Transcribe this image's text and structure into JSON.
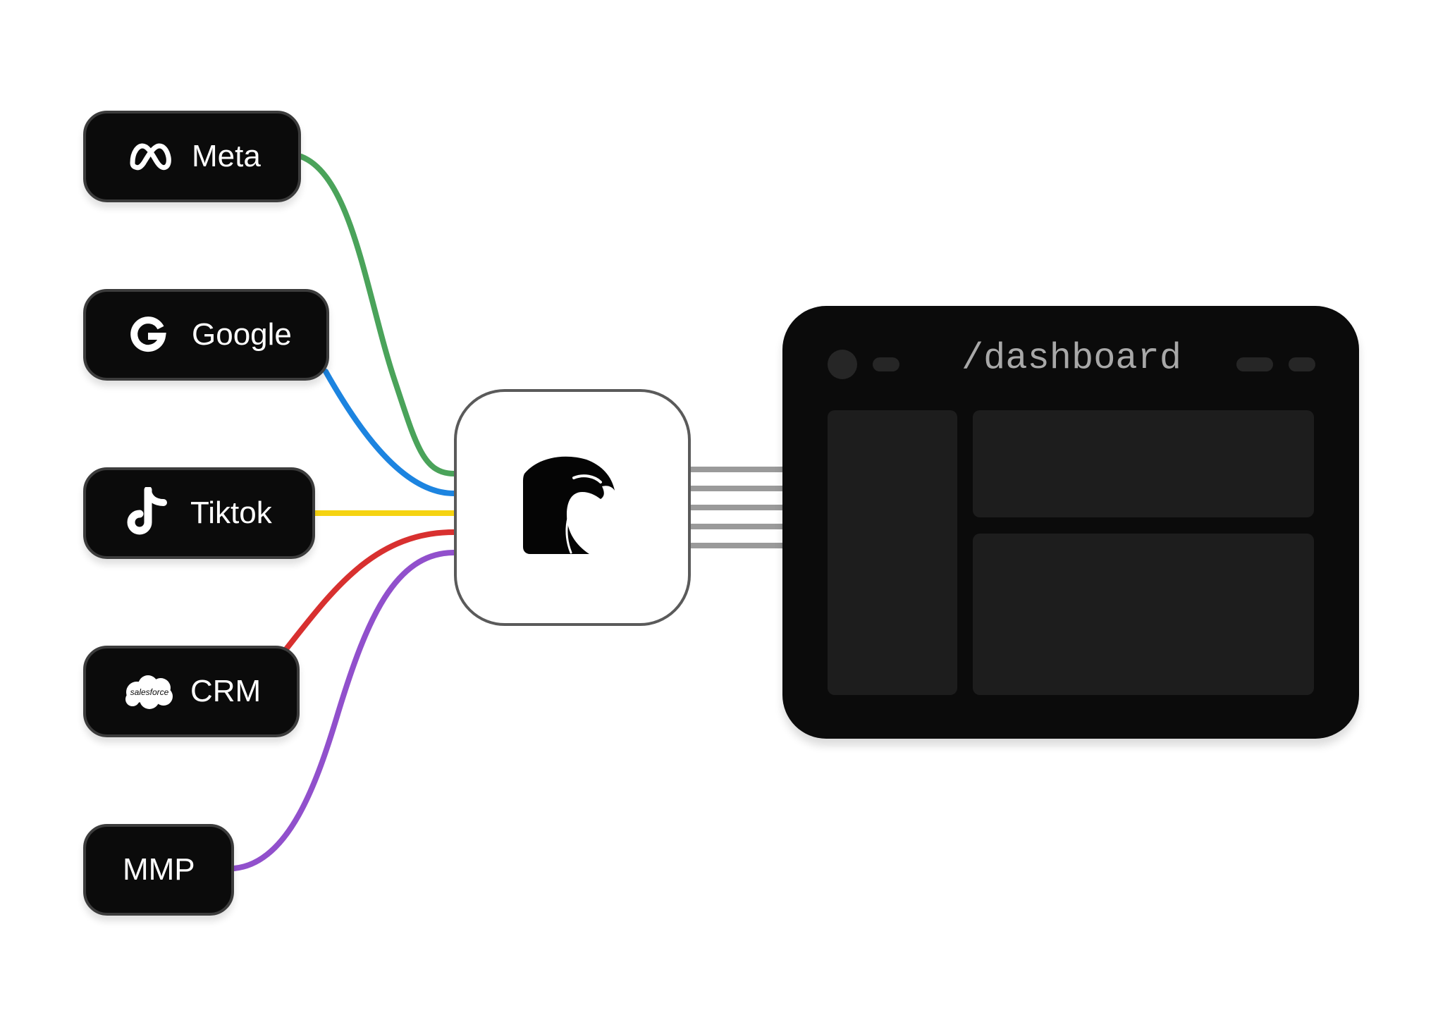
{
  "sources": [
    {
      "id": "meta",
      "label": "Meta",
      "icon": "meta-icon",
      "line_color": "#4aa35a"
    },
    {
      "id": "google",
      "label": "Google",
      "icon": "google-icon",
      "line_color": "#1c84e0"
    },
    {
      "id": "tiktok",
      "label": "Tiktok",
      "icon": "tiktok-icon",
      "line_color": "#f5d311"
    },
    {
      "id": "crm",
      "label": "CRM",
      "icon": "salesforce-icon",
      "icon_text": "salesforce",
      "line_color": "#d8302f"
    },
    {
      "id": "mmp",
      "label": "MMP",
      "line_color": "#9150cc"
    }
  ],
  "hub": {
    "icon": "eagle-logo-icon"
  },
  "output_line_color": "#9a9a9a",
  "dashboard": {
    "title": "/dashboard"
  }
}
